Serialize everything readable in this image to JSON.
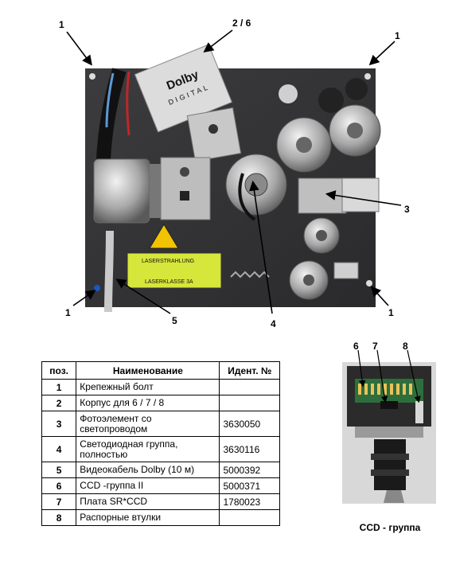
{
  "callouts": {
    "top_left": "1",
    "top_mid": "2 / 6",
    "top_right": "1",
    "right_mid": "3",
    "bottom_left": "1",
    "bottom_mid_left": "5",
    "bottom_mid": "4",
    "bottom_right": "1"
  },
  "photo": {
    "dolby_logo": "Dolby",
    "dolby_sub": "DIGITAL",
    "laser_label_1": "LASERSTRAHLUNG",
    "laser_label_2": "LASERKLASSE 3A"
  },
  "table": {
    "headers": {
      "pos": "поз.",
      "name": "Наименование",
      "ident": "Идент. №"
    },
    "rows": [
      {
        "pos": "1",
        "name": "Крепежный болт",
        "ident": ""
      },
      {
        "pos": "2",
        "name": "Корпус для 6 / 7 / 8",
        "ident": ""
      },
      {
        "pos": "3",
        "name": "Фотоэлемент со светопроводом",
        "ident": "3630050"
      },
      {
        "pos": "4",
        "name": "Светодиодная группа, полностью",
        "ident": "3630116"
      },
      {
        "pos": "5",
        "name": "Видеокабель Dolby (10 м)",
        "ident": "5000392"
      },
      {
        "pos": "6",
        "name": "CCD -группа II",
        "ident": "5000371"
      },
      {
        "pos": "7",
        "name": "Плата SR*CCD",
        "ident": "1780023"
      },
      {
        "pos": "8",
        "name": "Распорные втулки",
        "ident": ""
      }
    ]
  },
  "ccd": {
    "callout_6": "6",
    "callout_7": "7",
    "callout_8": "8",
    "caption": "CCD - группа"
  }
}
